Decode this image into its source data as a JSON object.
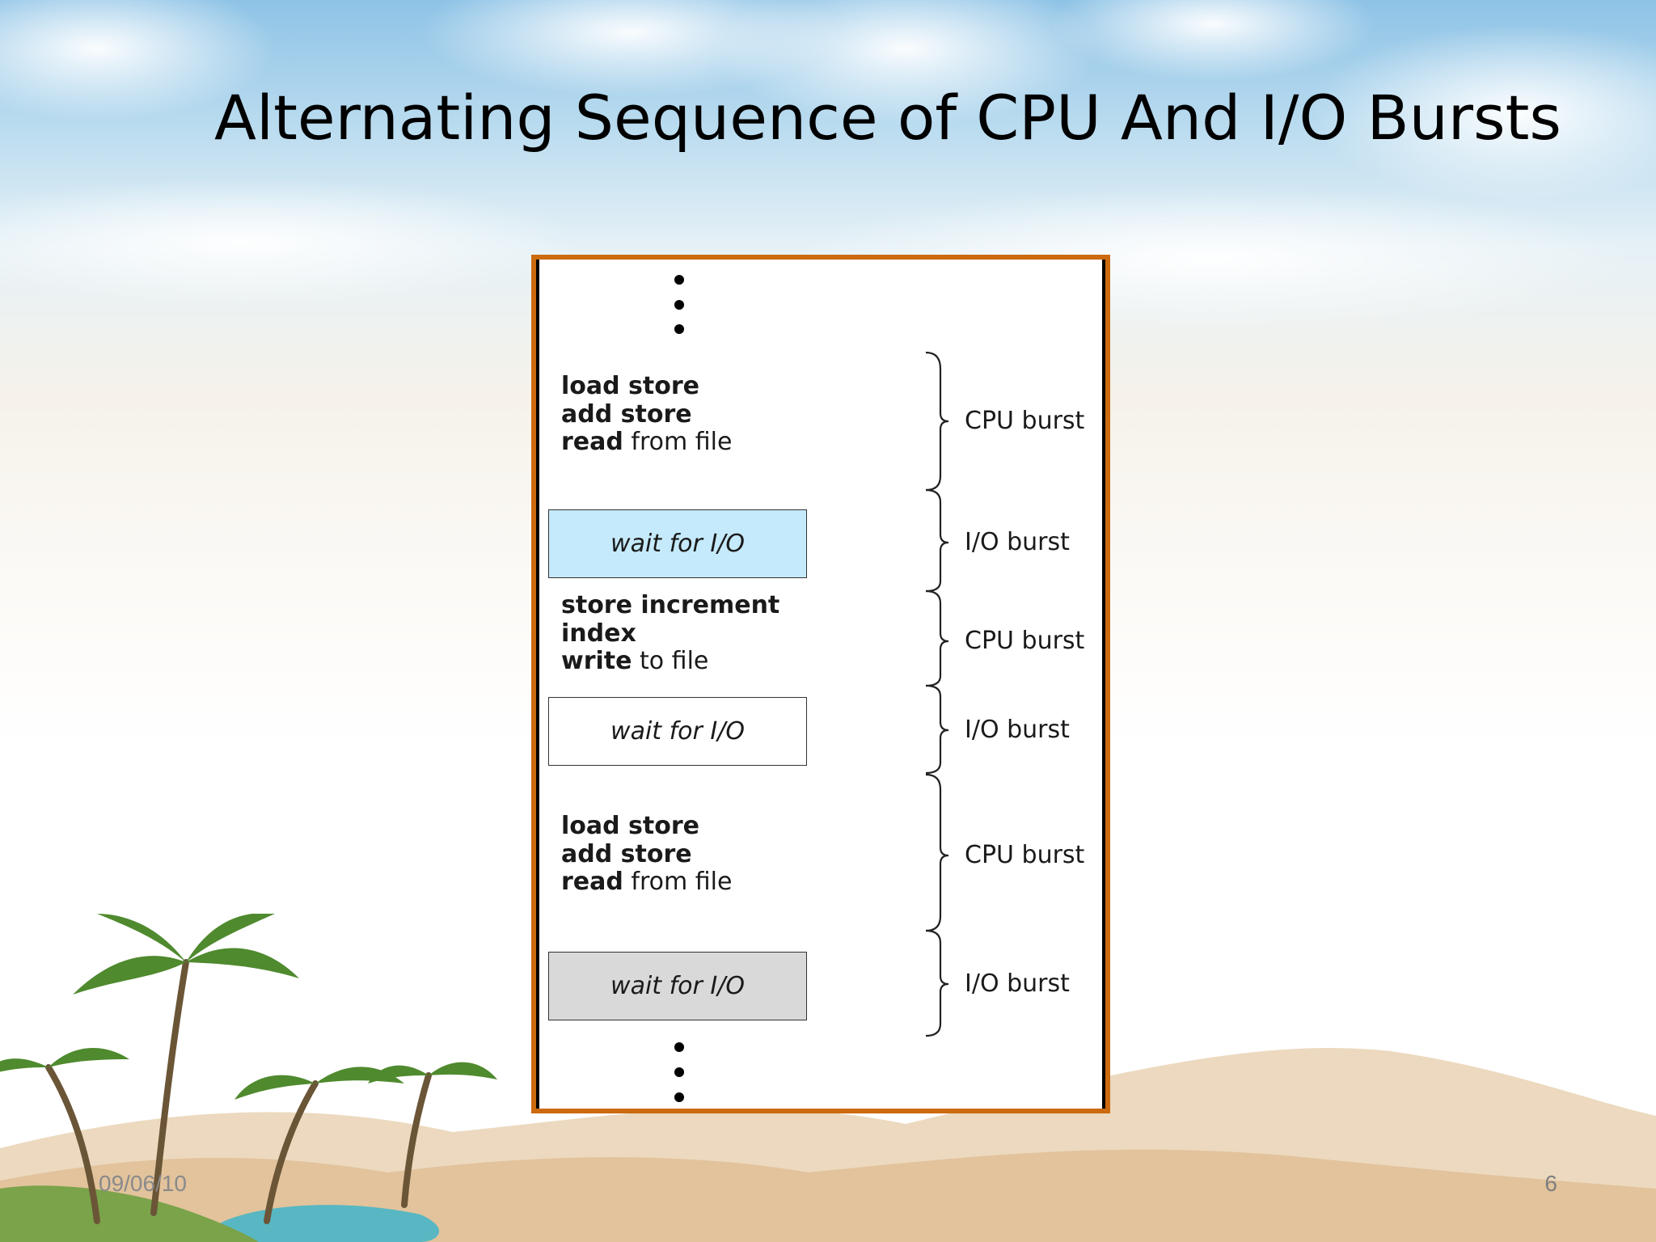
{
  "slide": {
    "title": "Alternating Sequence of CPU And I/O Bursts",
    "footer_date": "09/06/10",
    "page_number": "6"
  },
  "diagram": {
    "blocks": [
      {
        "kind": "cpu",
        "lines": [
          {
            "bold": "load store",
            "rest": ""
          },
          {
            "bold": "add store",
            "rest": ""
          },
          {
            "bold": "read",
            "rest": " from file"
          }
        ],
        "label": "CPU burst"
      },
      {
        "kind": "io",
        "box_text": "wait for I/O",
        "box_fill": "#c5eafb",
        "label": "I/O burst"
      },
      {
        "kind": "cpu",
        "lines": [
          {
            "bold": "store increment",
            "rest": ""
          },
          {
            "bold": "index",
            "rest": ""
          },
          {
            "bold": "write",
            "rest": " to file"
          }
        ],
        "label": "CPU burst"
      },
      {
        "kind": "io",
        "box_text": "wait for I/O",
        "box_fill": "#ffffff",
        "label": "I/O burst"
      },
      {
        "kind": "cpu",
        "lines": [
          {
            "bold": "load store",
            "rest": ""
          },
          {
            "bold": "add store",
            "rest": ""
          },
          {
            "bold": "read",
            "rest": " from file"
          }
        ],
        "label": "CPU burst"
      },
      {
        "kind": "io",
        "box_text": "wait for I/O",
        "box_fill": "#d9d9da",
        "label": "I/O burst"
      }
    ]
  },
  "colors": {
    "figure_border": "#cc6a0f",
    "text": "#1a1a1a"
  }
}
